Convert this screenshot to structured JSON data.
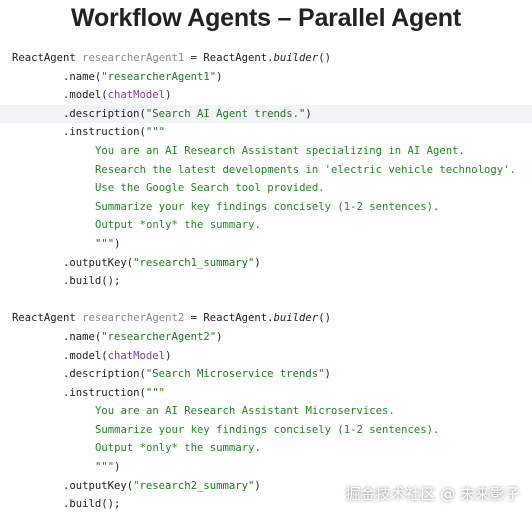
{
  "title": "Workflow Agents – Parallel Agent",
  "code": {
    "block1": {
      "type_name": "ReactAgent",
      "var_name": "researcherAgent1",
      "assign": " = ReactAgent.",
      "builder": "builder",
      "builder_parens": "()",
      "name_call": ".name(",
      "name_value": "\"researcherAgent1\"",
      "model_call": ".model(",
      "model_value": "chatModel",
      "description_call": ".description(",
      "description_value": "\"Search AI Agent trends.\"",
      "instruction_call": ".instruction(",
      "triple_quote": "\"\"\"",
      "instruction_lines": [
        "You are an AI Research Assistant specializing in AI Agent.",
        "Research the latest developments in 'electric vehicle technology'.",
        "Use the Google Search tool provided.",
        "Summarize your key findings concisely (1-2 sentences).",
        "Output *only* the summary."
      ],
      "outputkey_call": ".outputKey(",
      "outputkey_value": "\"research1_summary\"",
      "build_call": ".build();"
    },
    "block2": {
      "type_name": "ReactAgent",
      "var_name": "researcherAgent2",
      "assign": " = ReactAgent.",
      "builder": "builder",
      "builder_parens": "()",
      "name_call": ".name(",
      "name_value": "\"researcherAgent2\"",
      "model_call": ".model(",
      "model_value": "chatModel",
      "description_call": ".description(",
      "description_value": "\"Search Microservice trends\"",
      "instruction_call": ".instruction(",
      "triple_quote": "\"\"\"",
      "instruction_lines": [
        "You are an AI Research Assistant Microservices.",
        "Summarize your key findings concisely (1-2 sentences).",
        "Output *only* the summary."
      ],
      "outputkey_call": ".outputKey(",
      "outputkey_value": "\"research2_summary\"",
      "build_call": ".build();"
    },
    "close_paren": ")"
  },
  "watermark": "掘金技术社区 @ 未来影子",
  "colors": {
    "string": "#1a7a1a",
    "variable": "#8a8a8a",
    "field": "#8a3c9a",
    "highlight_line": "#f2f4f7"
  }
}
